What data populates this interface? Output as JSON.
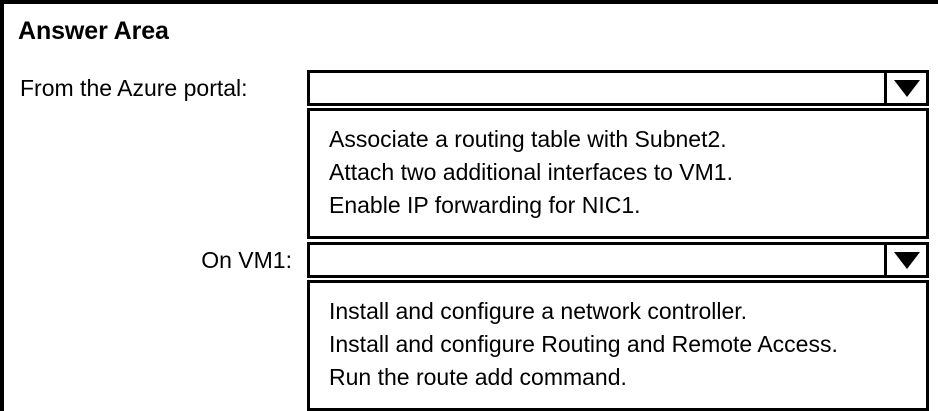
{
  "page": {
    "title": "Answer Area",
    "accent_color": "#000000",
    "background_color": "#ffffff"
  },
  "groups": [
    {
      "label": "From the Azure portal:",
      "label_align": "left",
      "dropdown": {
        "selected_value": "",
        "placeholder": "",
        "arrow_icon": "chevron-down-icon",
        "expanded": true
      },
      "options": [
        "Associate a routing table with Subnet2.",
        "Attach two additional interfaces to VM1.",
        "Enable IP forwarding for NIC1."
      ]
    },
    {
      "label": "On VM1:",
      "label_align": "right",
      "dropdown": {
        "selected_value": "",
        "placeholder": "",
        "arrow_icon": "chevron-down-icon",
        "expanded": true
      },
      "options": [
        "Install and configure a network controller.",
        "Install and configure Routing and Remote Access.",
        "Run the route add command."
      ]
    }
  ]
}
